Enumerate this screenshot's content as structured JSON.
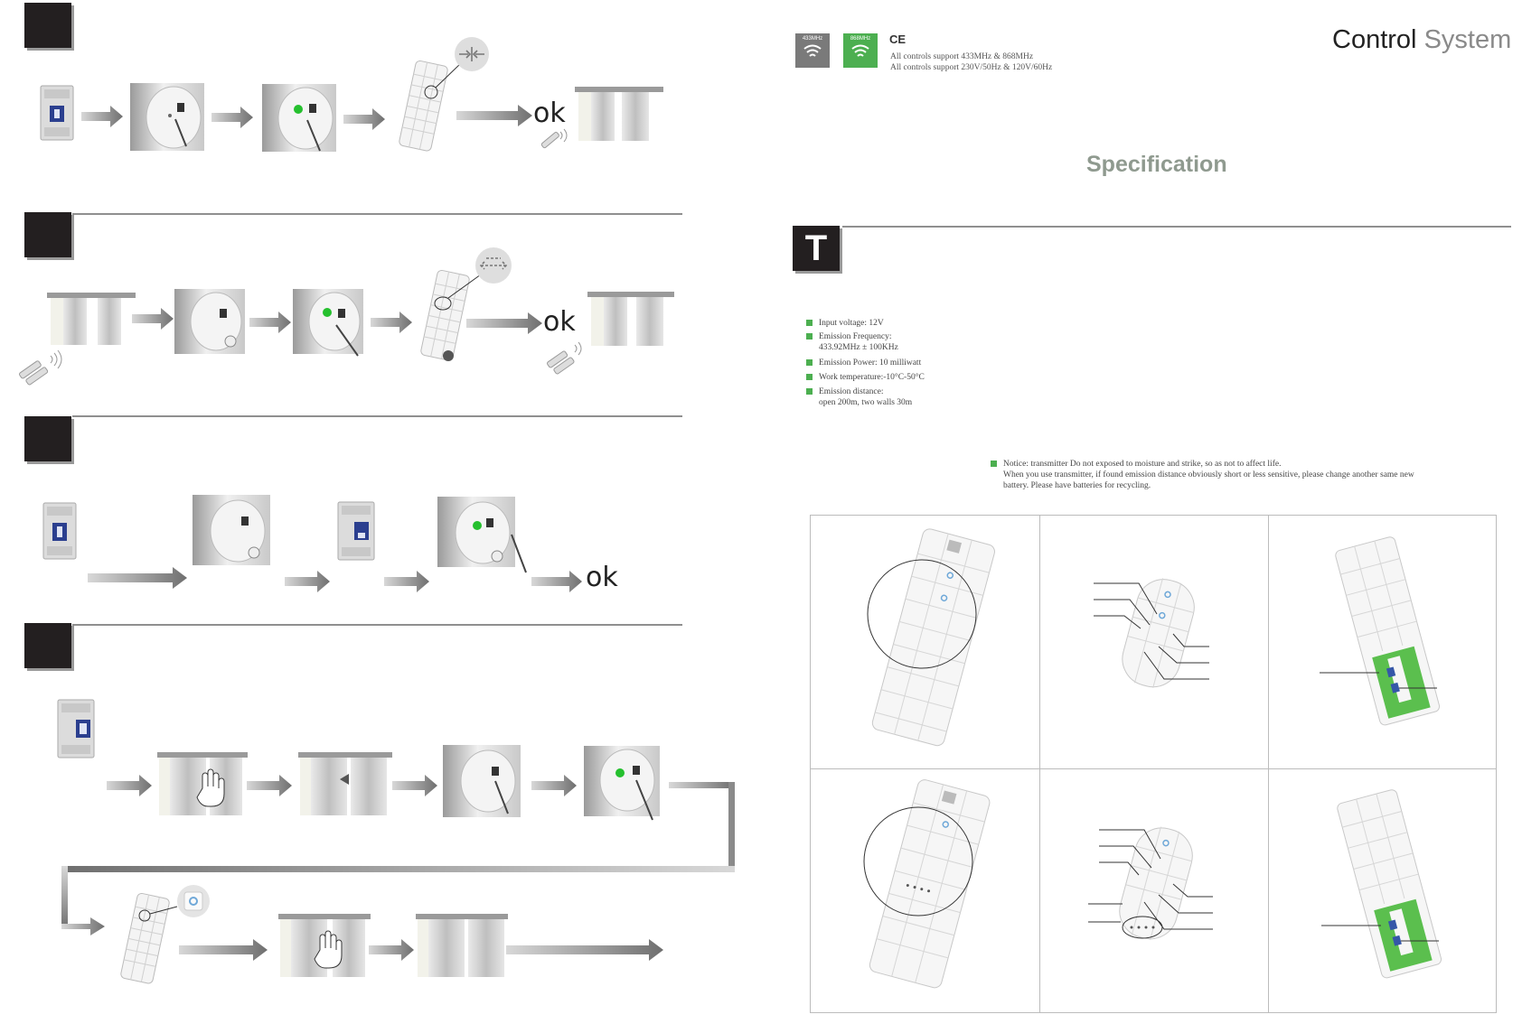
{
  "header": {
    "title_part1": "Control",
    "title_part2": "System",
    "badge_433": "433MHz",
    "badge_868": "868MHz",
    "ce_mark": "CE",
    "support_line1": "All controls support 433MHz & 868MHz",
    "support_line2": "All controls support 230V/50Hz & 120V/60Hz"
  },
  "spec": {
    "heading": "Specification",
    "section_letter": "T",
    "items": [
      {
        "line1": "Input voltage: 12V",
        "line2": ""
      },
      {
        "line1": "Emission Frequency:",
        "line2": "433.92MHz ± 100KHz"
      },
      {
        "line1": "Emission Power: 10 milliwatt",
        "line2": ""
      },
      {
        "line1": "Work temperature:-10°C-50°C",
        "line2": ""
      },
      {
        "line1": "Emission distance:",
        "line2": "open 200m,  two walls 30m"
      }
    ],
    "notice_line1": "Notice: transmitter Do not exposed to moisture and strike, so as not to affect life.",
    "notice_line2": "When you use transmitter, if found emission distance obviously short or less sensitive, please change another same new",
    "notice_line3": "battery. Please have batteries for recycling."
  },
  "steps": {
    "ok_label": "ok"
  },
  "colors": {
    "accent_green": "#4caf50",
    "block_dark": "#231f20",
    "badge_gray": "#7a7a7a"
  }
}
